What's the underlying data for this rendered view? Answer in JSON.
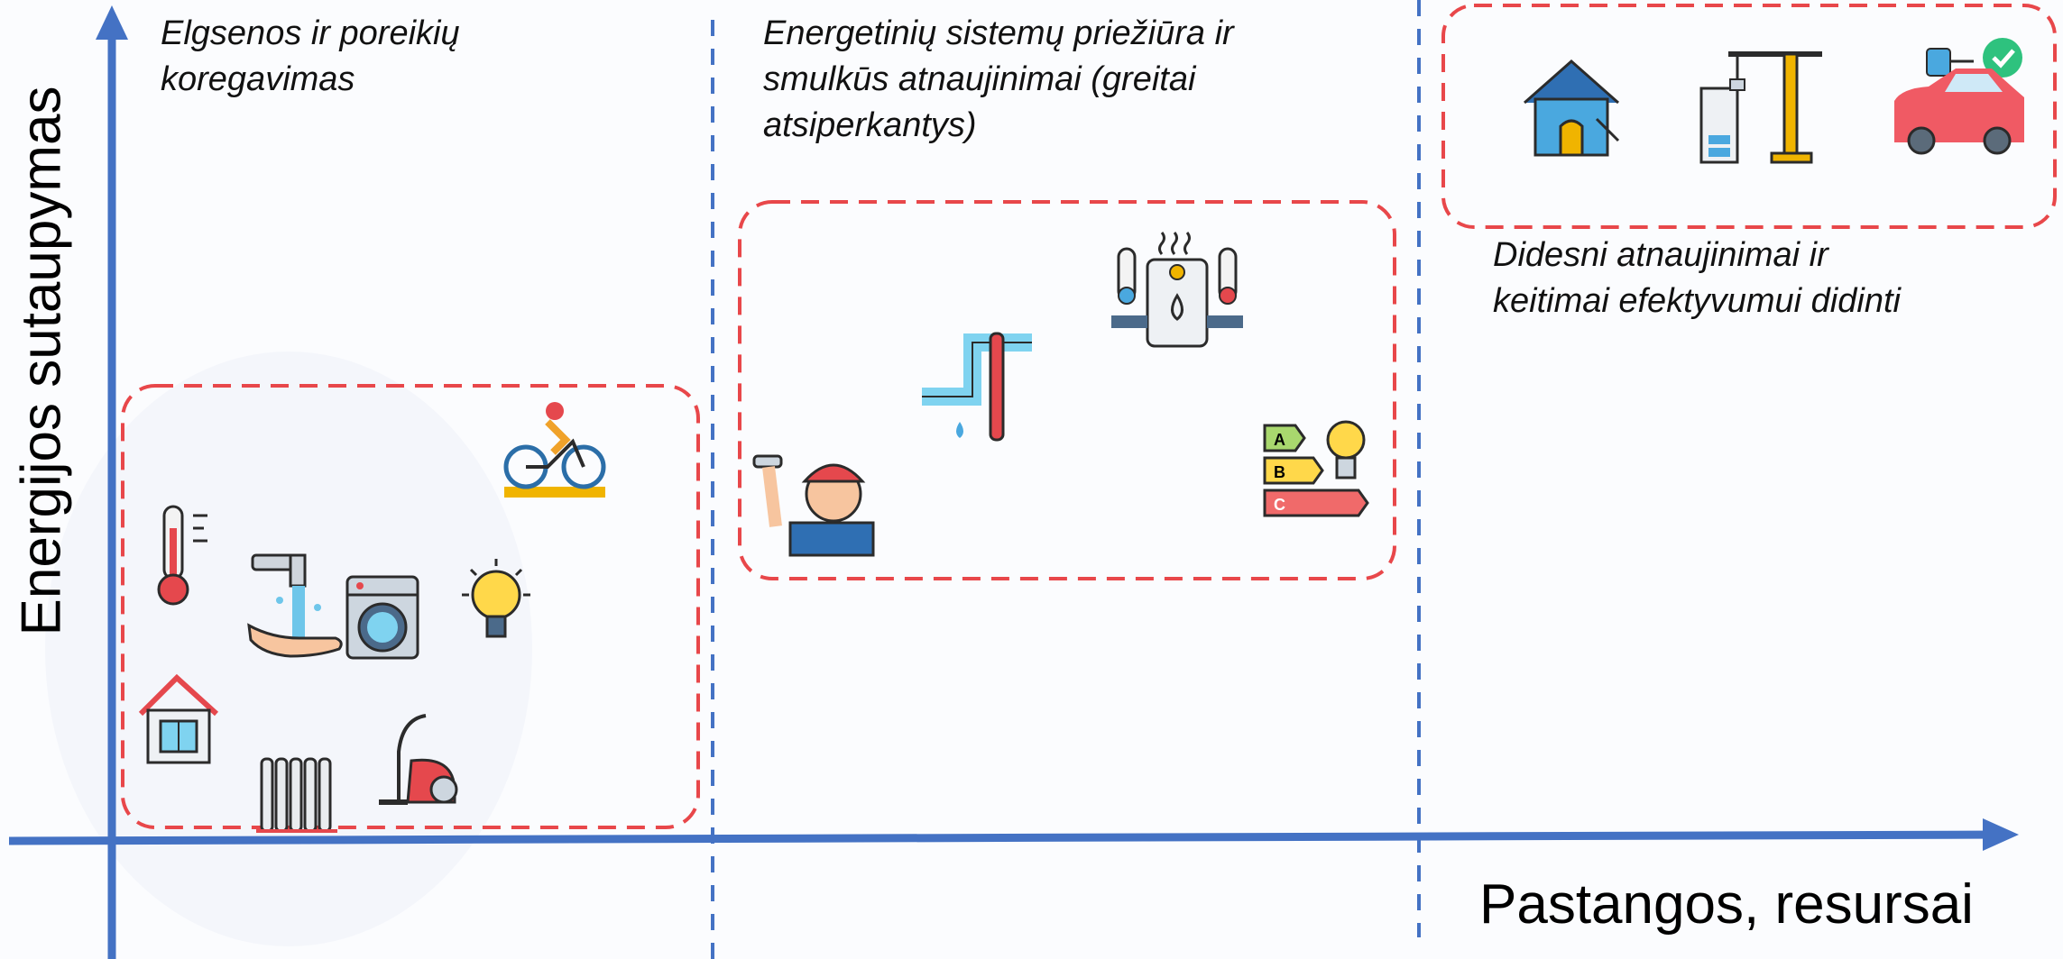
{
  "axes": {
    "x_label": "Pastangos, resursai",
    "y_label": "Energijos sutaupymas",
    "color": "#4472c4"
  },
  "zones": [
    {
      "text": "Elgsenos ir poreikių\nkoregavimas",
      "icons": [
        "thermometer-icon",
        "hand-washing-icon",
        "washing-machine-icon",
        "light-bulb-icon",
        "bicycle-icon",
        "insulated-house-icon",
        "radiator-icon",
        "vacuum-cleaner-icon"
      ]
    },
    {
      "text": "Energetinių sistemų priežiūra ir\nsmulkūs atnaujinimai (greitai\natsiperkantys)",
      "icons": [
        "plumber-icon",
        "leaking-pipe-wrench-icon",
        "water-heater-icon",
        "energy-label-icon"
      ]
    },
    {
      "text": "Didesni atnaujinimai ir\nkeitimai efektyvumui didinti",
      "icons": [
        "house-renovation-icon",
        "construction-crane-icon",
        "electric-car-icon"
      ]
    }
  ],
  "colors": {
    "group_border": "#e8474a",
    "axis": "#4472c4",
    "divider": "#4472c4"
  }
}
